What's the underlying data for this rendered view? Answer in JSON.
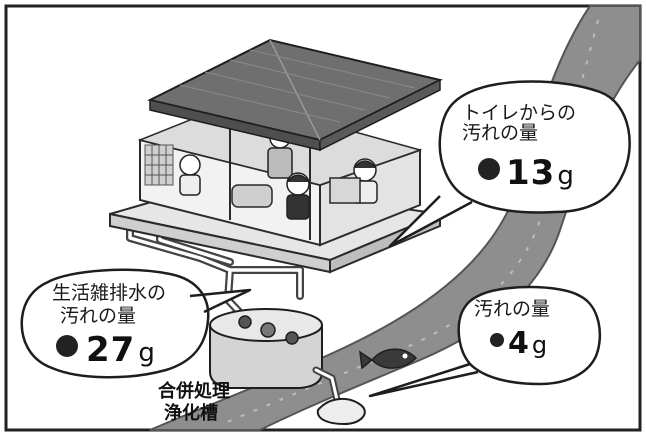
{
  "labels": {
    "toilet": {
      "line1": "トイレからの",
      "line2": "汚れの量",
      "value": "13",
      "unit": "g"
    },
    "greywater": {
      "line1": "生活雑排水の",
      "line2": "汚れの量",
      "value": "27",
      "unit": "g"
    },
    "river": {
      "line1": "汚れの量",
      "value": "4",
      "unit": "g"
    },
    "tank": {
      "line1": "合併処理",
      "line2": "浄化槽"
    }
  },
  "colors": {
    "river": "#8e8e8e",
    "roof": "#6f6f6f",
    "wall": "#d9d9d9",
    "outline": "#2a2a2a",
    "bubble_fill": "#ffffff"
  }
}
